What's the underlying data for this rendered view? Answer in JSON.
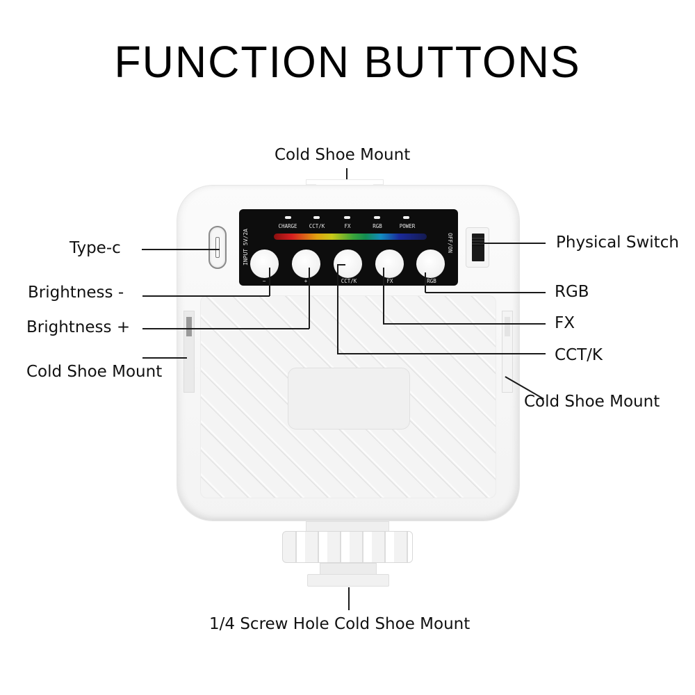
{
  "title": "FUNCTION BUTTONS",
  "callouts": {
    "top_cold_shoe": "Cold Shoe Mount",
    "type_c": "Type-c",
    "brightness_minus": "Brightness -",
    "brightness_plus": "Brightness +",
    "left_cold_shoe": "Cold Shoe Mount",
    "physical_switch": "Physical Switch",
    "rgb": "RGB",
    "fx": "FX",
    "cct_k": "CCT/K",
    "right_cold_shoe": "Cold Shoe Mount",
    "bottom_mount": "1/4 Screw Hole Cold Shoe Mount"
  },
  "panel": {
    "indicators": [
      {
        "label": "CHARGE"
      },
      {
        "label": "CCT/K"
      },
      {
        "label": "FX"
      },
      {
        "label": "RGB"
      },
      {
        "label": "POWER"
      }
    ],
    "buttons": [
      {
        "label": "−"
      },
      {
        "label": "+"
      },
      {
        "label": "CCT/K"
      },
      {
        "label": "FX"
      },
      {
        "label": "RGB"
      }
    ],
    "input_label": "INPUT 5V/2A",
    "switch_label": "OFF/ON"
  },
  "colors": {
    "panel": "#0d0d0d",
    "body": "#f4f4f4",
    "text": "#111111"
  }
}
